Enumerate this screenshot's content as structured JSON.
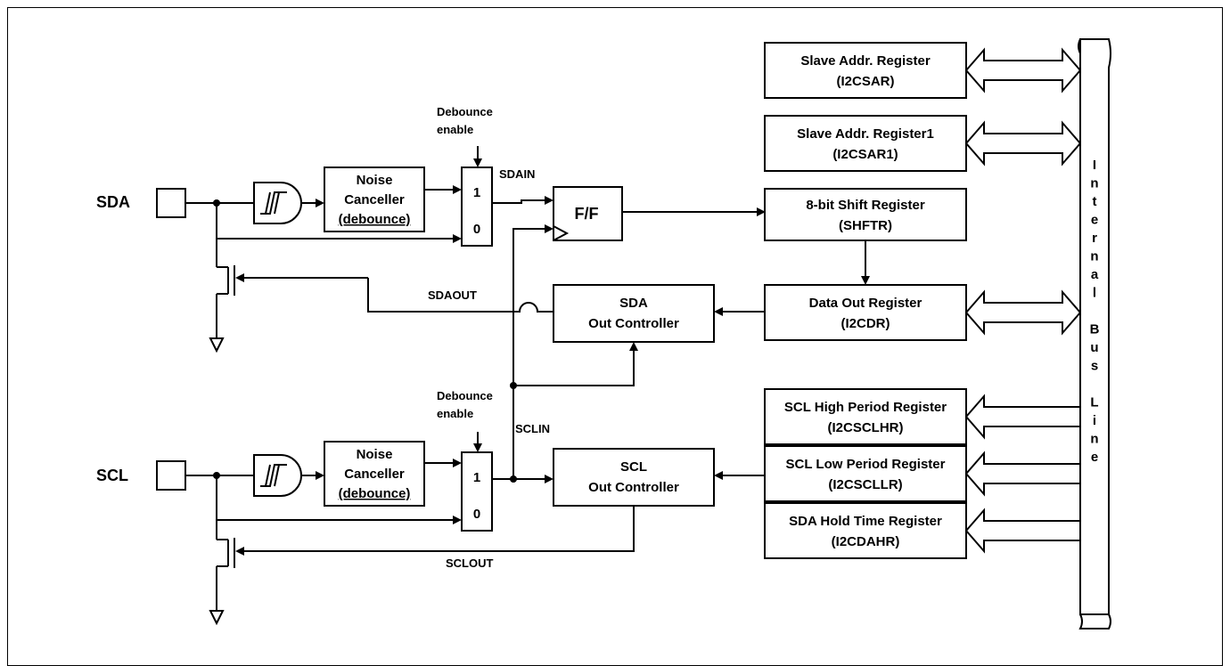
{
  "pins": {
    "sda": "SDA",
    "scl": "SCL"
  },
  "debounce": {
    "line1": "Debounce",
    "line2": "enable"
  },
  "noise_canceller": {
    "line1": "Noise",
    "line2": "Canceller",
    "line3": "(debounce)"
  },
  "mux": {
    "one": "1",
    "zero": "0"
  },
  "signals": {
    "sdain": "SDAIN",
    "sdaout": "SDAOUT",
    "sclin": "SCLIN",
    "sclout": "SCLOUT"
  },
  "flipflop": "F/F",
  "sda_out_controller": {
    "line1": "SDA",
    "line2": "Out Controller"
  },
  "scl_out_controller": {
    "line1": "SCL",
    "line2": "Out Controller"
  },
  "registers": {
    "slave_addr": {
      "line1": "Slave Addr. Register",
      "line2": "(I2CSAR)"
    },
    "slave_addr1": {
      "line1": "Slave Addr. Register1",
      "line2": "(I2CSAR1)"
    },
    "shift": {
      "line1": "8-bit Shift Register",
      "line2": "(SHFTR)"
    },
    "data_out": {
      "line1": "Data Out Register",
      "line2": "(I2CDR)"
    },
    "scl_high": {
      "line1": "SCL High Period Register",
      "line2": "(I2CSCLHR)"
    },
    "scl_low": {
      "line1": "SCL Low Period Register",
      "line2": "(I2CSCLLR)"
    },
    "sda_hold": {
      "line1": "SDA Hold Time Register",
      "line2": "(I2CDAHR)"
    }
  },
  "internal_bus": [
    "I",
    "n",
    "t",
    "e",
    "r",
    "n",
    "a",
    "l",
    "",
    "B",
    "u",
    "s",
    "",
    "L",
    "i",
    "n",
    "e"
  ]
}
